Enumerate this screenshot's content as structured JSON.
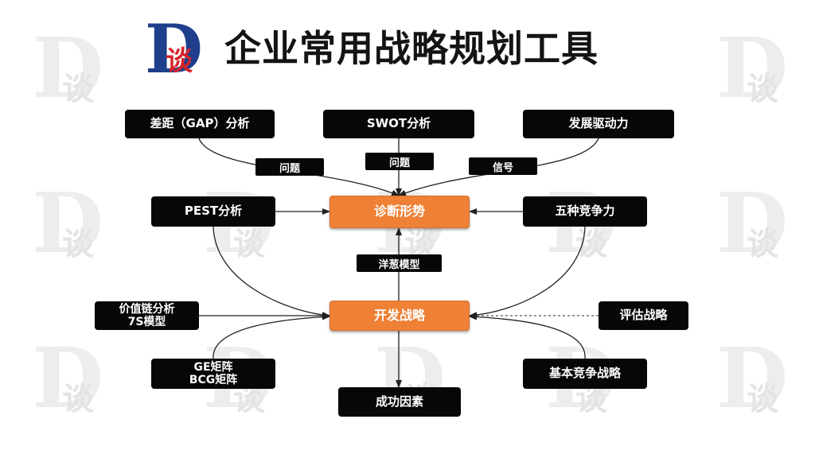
{
  "title": "企业常用战略规划工具",
  "logo": {
    "letter": "D",
    "char": "谈"
  },
  "watermark": {
    "letter": "D",
    "char": "谈"
  },
  "colors": {
    "dark_box": "#070707",
    "center_box": "#ee8136",
    "edge": "#202020",
    "dashed_edge": "#555555"
  },
  "nodes": {
    "gap": "差距（GAP）分析",
    "swot": "SWOT分析",
    "driver": "发展驱动力",
    "pest": "PEST分析",
    "diagnose": "诊断形势",
    "five_forces": "五种竞争力",
    "value_chain": "价值链分析\n7S模型",
    "develop": "开发战略",
    "evaluate": "评估战略",
    "ge_bcg": "GE矩阵\nBCG矩阵",
    "generic": "基本竞争战略",
    "success": "成功因素"
  },
  "edge_labels": {
    "gap_issue": "问题",
    "swot_issue": "问题",
    "driver_signal": "信号",
    "onion": "洋葱模型"
  }
}
